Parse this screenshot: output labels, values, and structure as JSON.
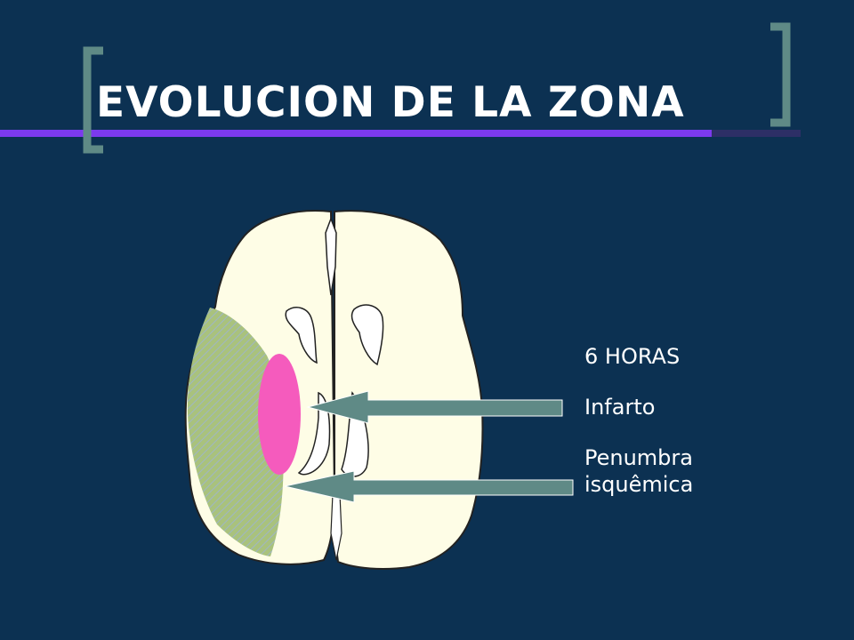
{
  "slide": {
    "title": "EVOLUCION DE LA ZONA",
    "labels": {
      "time": "6 HORAS",
      "infarct": "Infarto",
      "penumbra_line1": "Penumbra",
      "penumbra_line2": "isquêmica"
    }
  },
  "colors": {
    "background": "#0c3152",
    "title_underline": "#7c3aed",
    "bracket": "#5f8a86",
    "brain_tissue": "#fefde6",
    "ventricles": "#ffffff",
    "infarct_core": "#f55bbd",
    "penumbra_hatch": "#a9c27d",
    "arrow": "#5f8a86",
    "text": "#ffffff"
  },
  "icons": [
    "brain-axial-section-illustration",
    "left-arrow"
  ]
}
